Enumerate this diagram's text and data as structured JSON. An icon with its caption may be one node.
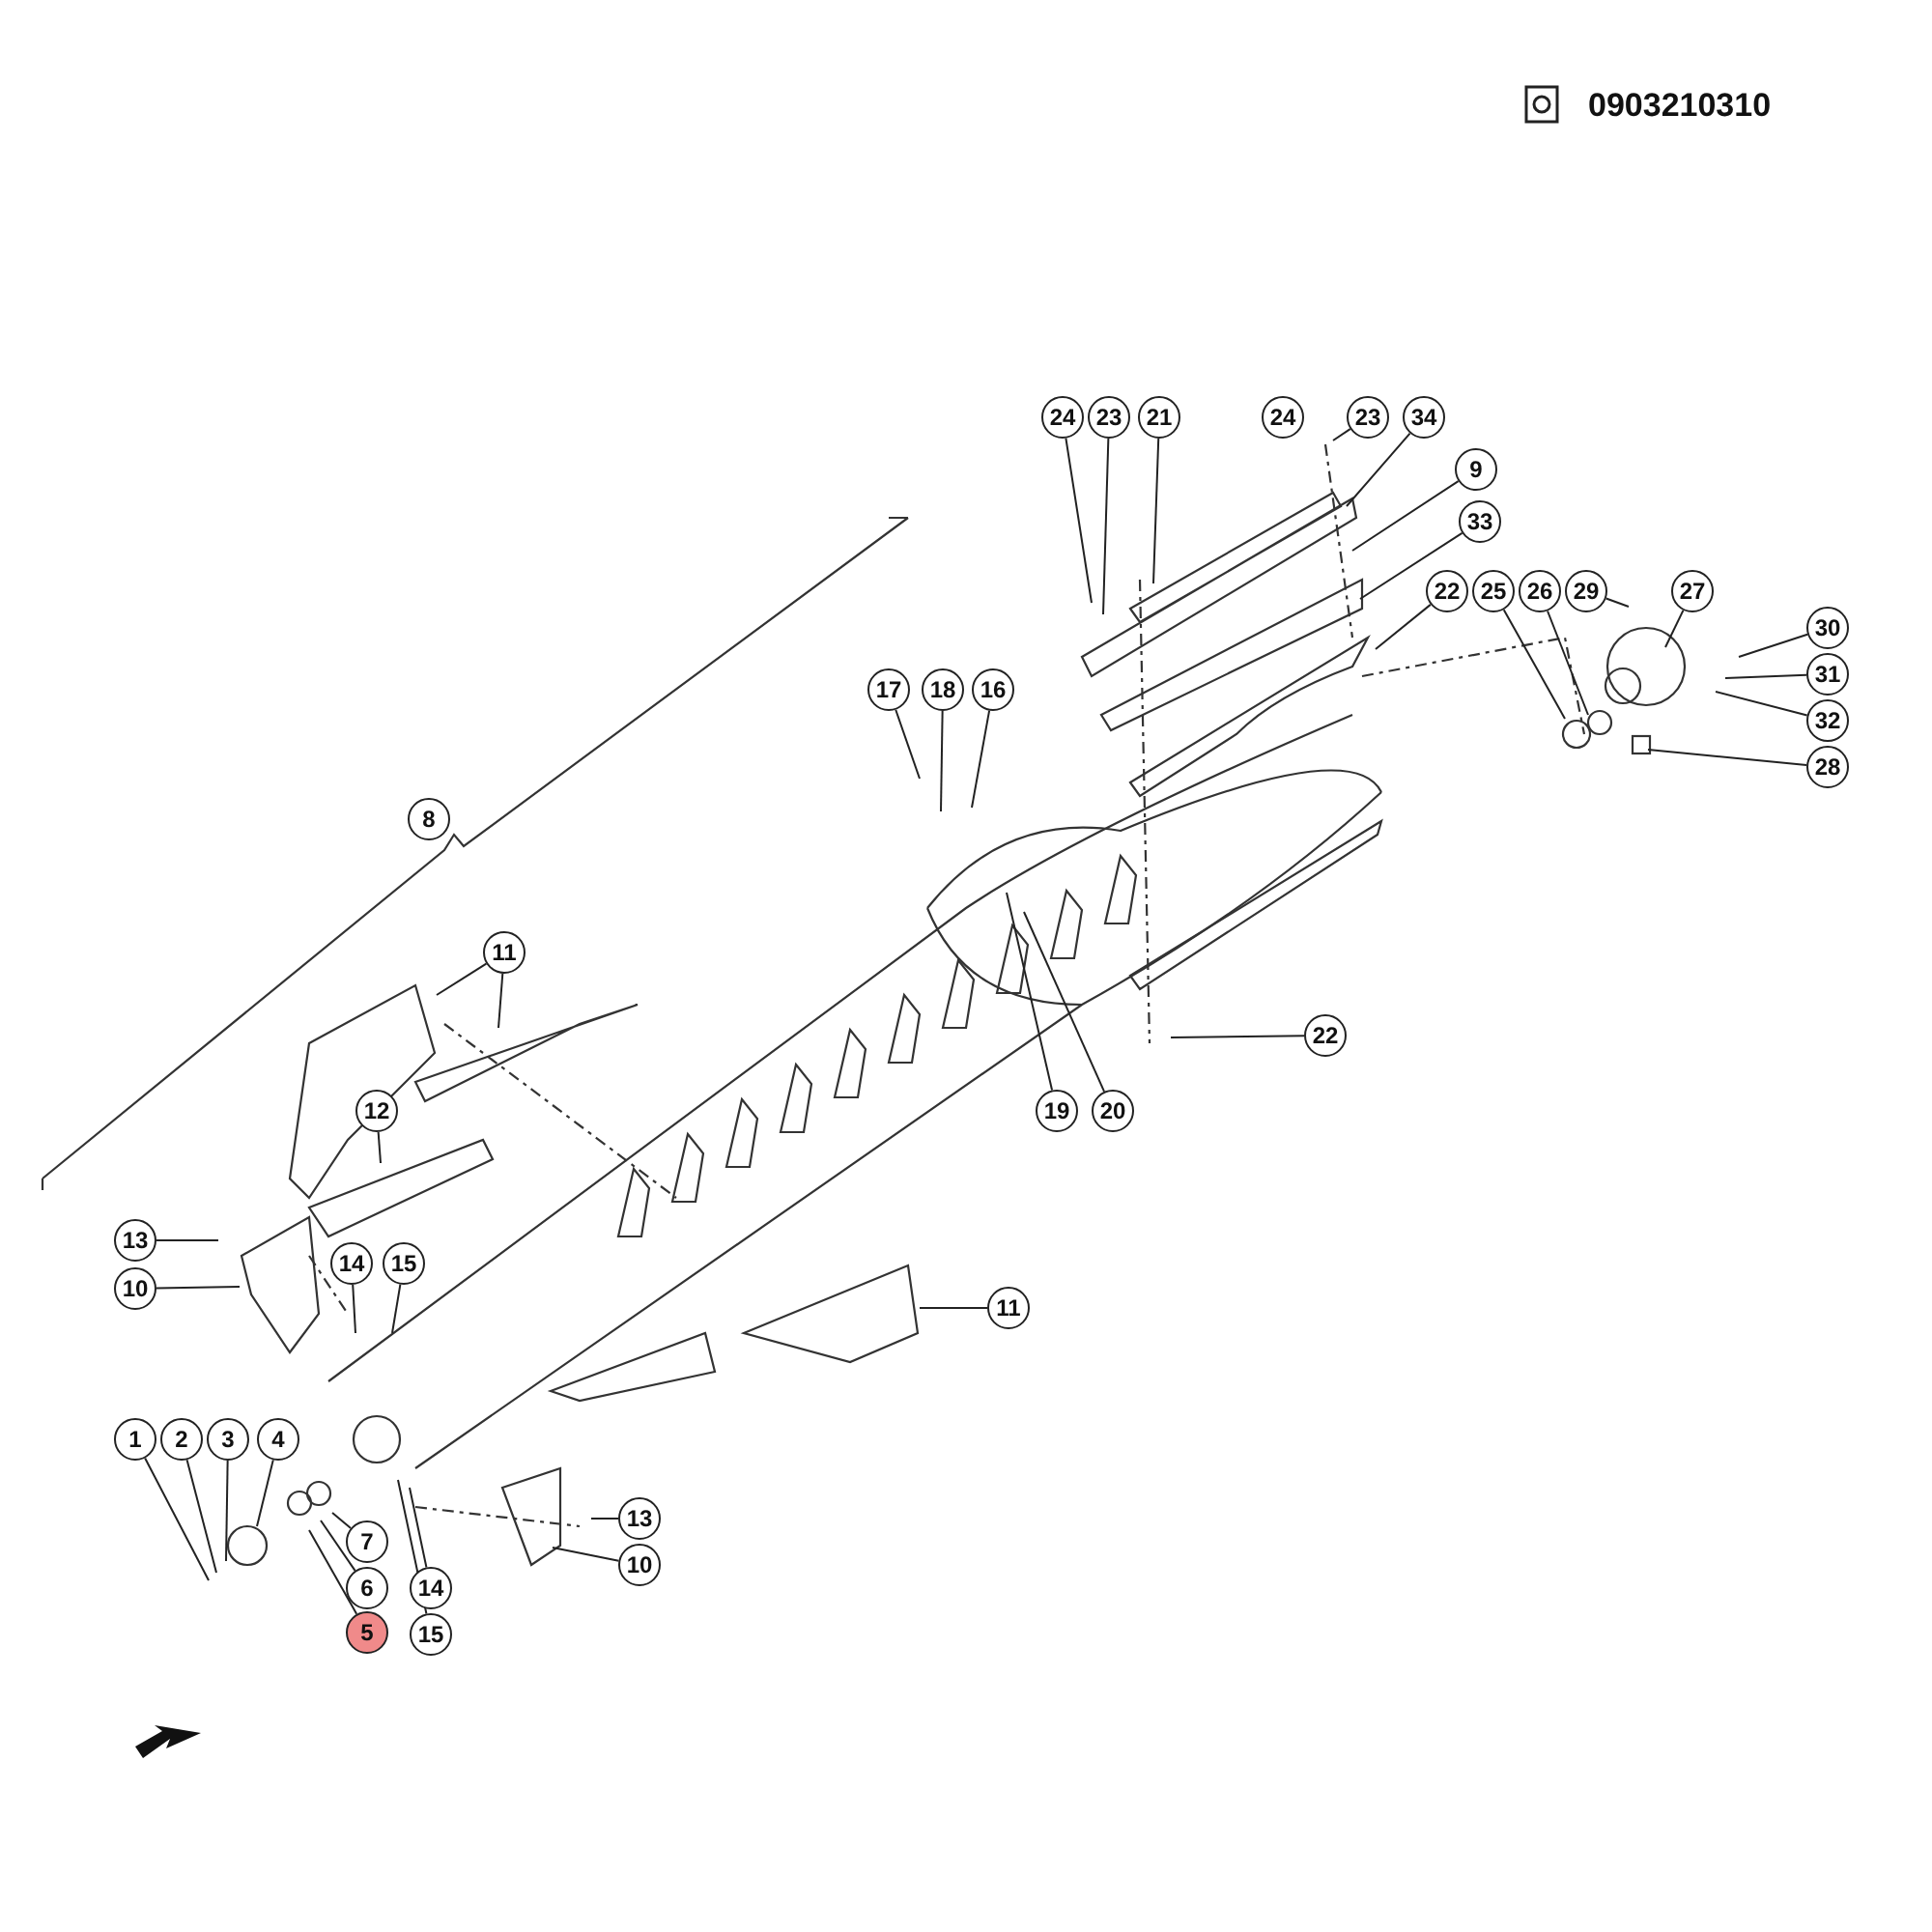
{
  "diagram": {
    "nodes": [
      {
        "text": [
          "24"
        ]
      },
      {
        "text": [
          "23"
        ]
      },
      {
        "text": [
          "21"
        ]
      },
      {
        "text": [
          "24"
        ]
      },
      {
        "text": [
          "23"
        ]
      },
      {
        "text": [
          "34"
        ]
      },
      {
        "text": [
          "9"
        ]
      },
      {
        "text": [
          "33"
        ]
      },
      {
        "text": [
          "22"
        ]
      },
      {
        "text": [
          "25"
        ]
      },
      {
        "text": [
          "26"
        ]
      },
      {
        "text": [
          "29"
        ]
      },
      {
        "text": [
          "27"
        ]
      },
      {
        "text": [
          "30"
        ]
      },
      {
        "text": [
          "31"
        ]
      },
      {
        "text": [
          "32"
        ]
      },
      {
        "text": [
          "28"
        ]
      },
      {
        "text": [
          "17"
        ]
      },
      {
        "text": [
          "18"
        ]
      },
      {
        "text": [
          "16"
        ]
      },
      {
        "text": [
          "8"
        ]
      },
      {
        "text": [
          "11"
        ]
      },
      {
        "text": [
          "22"
        ]
      },
      {
        "text": [
          "19"
        ]
      },
      {
        "text": [
          "20"
        ]
      },
      {
        "text": [
          "12"
        ]
      },
      {
        "text": [
          "13"
        ]
      },
      {
        "text": [
          "10"
        ]
      },
      {
        "text": [
          "14"
        ]
      },
      {
        "text": [
          "15"
        ]
      },
      {
        "text": [
          "11"
        ]
      },
      {
        "text": [
          "1"
        ]
      },
      {
        "text": [
          "2"
        ]
      },
      {
        "text": [
          "3"
        ]
      },
      {
        "text": [
          "4"
        ]
      },
      {
        "text": [
          "7"
        ]
      },
      {
        "text": [
          "6"
        ]
      },
      {
        "text": [
          "5"
        ]
      },
      {
        "text": [
          "14"
        ]
      },
      {
        "text": [
          "15"
        ]
      },
      {
        "text": [
          "13"
        ]
      },
      {
        "text": [
          "10"
        ]
      }
    ],
    "edges": [
      {
        "from": 0,
        "to": null,
        "arrow": "none"
      },
      {
        "from": 1,
        "to": null,
        "arrow": "none"
      },
      {
        "from": 2,
        "to": null,
        "arrow": "none"
      },
      {
        "from": 4,
        "to": null,
        "arrow": "none"
      },
      {
        "from": 5,
        "to": null,
        "arrow": "none"
      },
      {
        "from": 6,
        "to": null,
        "arrow": "none"
      },
      {
        "from": 7,
        "to": null,
        "arrow": "none"
      },
      {
        "from": 8,
        "to": null,
        "arrow": "none"
      },
      {
        "from": 9,
        "to": null,
        "arrow": "none"
      },
      {
        "from": 10,
        "to": null,
        "arrow": "none"
      },
      {
        "from": 11,
        "to": null,
        "arrow": "none"
      },
      {
        "from": 12,
        "to": null,
        "arrow": "none"
      },
      {
        "from": 13,
        "to": null,
        "arrow": "none"
      },
      {
        "from": 14,
        "to": null,
        "arrow": "none"
      },
      {
        "from": 15,
        "to": null,
        "arrow": "none"
      },
      {
        "from": 16,
        "to": null,
        "arrow": "none"
      },
      {
        "from": 17,
        "to": null,
        "arrow": "none"
      },
      {
        "from": 18,
        "to": null,
        "arrow": "none"
      },
      {
        "from": 19,
        "to": null,
        "arrow": "none"
      },
      {
        "from": 21,
        "to": null,
        "arrow": "none"
      },
      {
        "from": 21,
        "to": null,
        "arrow": "none"
      },
      {
        "from": 22,
        "to": null,
        "arrow": "none"
      },
      {
        "from": 23,
        "to": null,
        "arrow": "none"
      },
      {
        "from": 24,
        "to": null,
        "arrow": "none"
      },
      {
        "from": 25,
        "to": null,
        "arrow": "none"
      },
      {
        "from": 26,
        "to": null,
        "arrow": "none"
      },
      {
        "from": 27,
        "to": null,
        "arrow": "none"
      },
      {
        "from": 28,
        "to": null,
        "arrow": "none"
      },
      {
        "from": 29,
        "to": null,
        "arrow": "none"
      },
      {
        "from": 30,
        "to": null,
        "arrow": "none"
      },
      {
        "from": 31,
        "to": null,
        "arrow": "none"
      },
      {
        "from": 32,
        "to": null,
        "arrow": "none"
      },
      {
        "from": 33,
        "to": null,
        "arrow": "none"
      },
      {
        "from": 34,
        "to": null,
        "arrow": "none"
      },
      {
        "from": 35,
        "to": null,
        "arrow": "none"
      },
      {
        "from": 36,
        "to": null,
        "arrow": "none"
      },
      {
        "from": 37,
        "to": null,
        "arrow": "none"
      },
      {
        "from": 38,
        "to": null,
        "arrow": "none"
      },
      {
        "from": 39,
        "to": null,
        "arrow": "none"
      },
      {
        "from": 40,
        "to": null,
        "arrow": "none"
      },
      {
        "from": 41,
        "to": null,
        "arrow": "none"
      }
    ],
    "labels": [
      "0903210310"
    ]
  }
}
